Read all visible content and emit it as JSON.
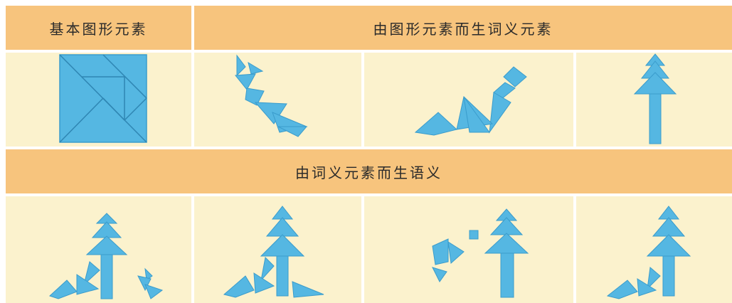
{
  "headers": {
    "basic": "基本图形元素",
    "lexical": "由图形元素而生词义元素",
    "semantic": "由词义元素而生语义"
  },
  "figures": {
    "row1": [
      "tangram-square",
      "tangram-deer",
      "tangram-snake",
      "tangram-tree"
    ],
    "row2": [
      "snake-tree-deer",
      "snake-tree-mixed",
      "figure-tree",
      "tree-with-snake"
    ]
  },
  "colors": {
    "header": "#f7c47d",
    "cell": "#fbf2cd",
    "piece": "#55b7e2",
    "piece_dark": "#3a9ccc",
    "divider": "#ffffff"
  }
}
